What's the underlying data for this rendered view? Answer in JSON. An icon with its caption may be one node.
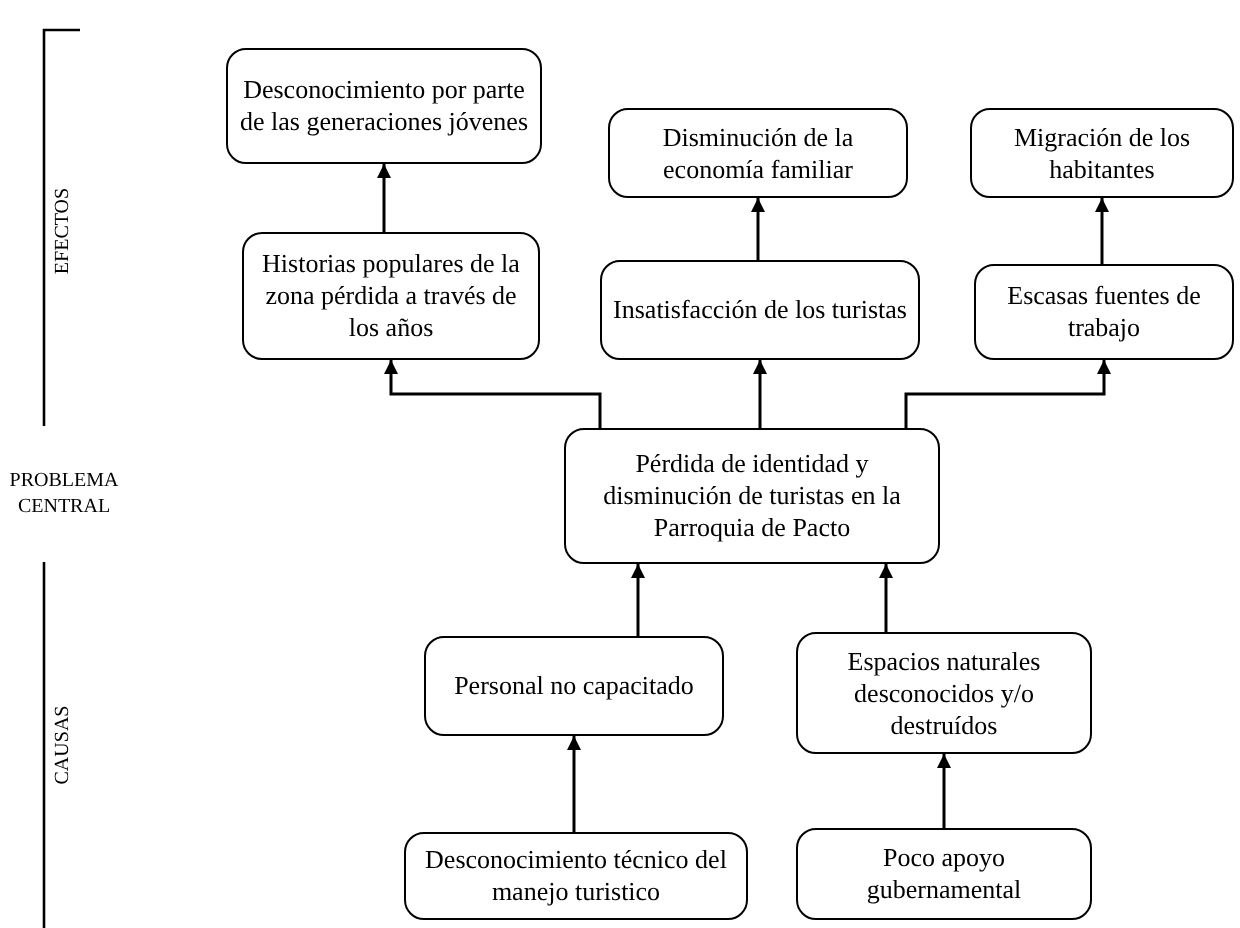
{
  "diagram": {
    "nodes": [
      {
        "text": [
          "Desconocimiento por parte de las generaciones jóvenes"
        ]
      },
      {
        "text": [
          "Historias populares de la zona pérdida a través de los años"
        ]
      },
      {
        "text": [
          "Disminución de la economía familiar"
        ]
      },
      {
        "text": [
          "Insatisfacción de los turistas"
        ]
      },
      {
        "text": [
          "Migración de los habitantes"
        ]
      },
      {
        "text": [
          "Escasas fuentes de trabajo"
        ]
      },
      {
        "text": [
          "Pérdida de identidad y disminución de turistas en la Parroquia de Pacto"
        ]
      },
      {
        "text": [
          "Personal no capacitado"
        ]
      },
      {
        "text": [
          "Espacios naturales desconocidos y/o destruídos"
        ]
      },
      {
        "text": [
          "Desconocimiento técnico del manejo turistico"
        ]
      },
      {
        "text": [
          "Poco apoyo gubernamental"
        ]
      }
    ],
    "edges": [
      {
        "from": 1,
        "to": 0,
        "arrow": "to"
      },
      {
        "from": 3,
        "to": 2,
        "arrow": "to"
      },
      {
        "from": 5,
        "to": 4,
        "arrow": "to"
      },
      {
        "from": 6,
        "to": 1,
        "arrow": "to"
      },
      {
        "from": 6,
        "to": 3,
        "arrow": "to"
      },
      {
        "from": 6,
        "to": 5,
        "arrow": "to"
      },
      {
        "from": 7,
        "to": 6,
        "arrow": "to"
      },
      {
        "from": 8,
        "to": 6,
        "arrow": "to"
      },
      {
        "from": 9,
        "to": 7,
        "arrow": "to"
      },
      {
        "from": 10,
        "to": 8,
        "arrow": "to"
      }
    ],
    "labels": [
      "EFECTOS",
      "PROBLEMA CENTRAL",
      "CAUSAS"
    ]
  }
}
